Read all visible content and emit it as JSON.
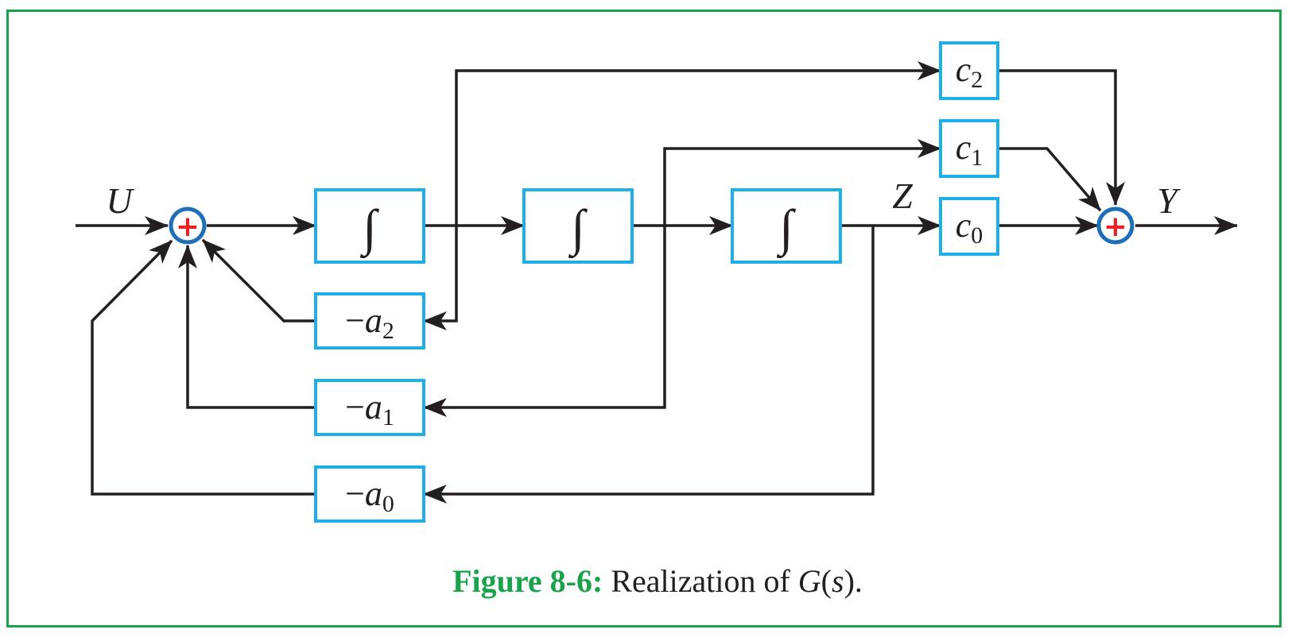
{
  "signals": {
    "input": "U",
    "output": "Y",
    "state": "Z"
  },
  "blocks": {
    "integrator": "∫",
    "minus": "−",
    "a_symbol": "a",
    "c_symbol": "c",
    "a2_sub": "2",
    "a1_sub": "1",
    "a0_sub": "0",
    "c2_sub": "2",
    "c1_sub": "1",
    "c0_sub": "0"
  },
  "summing_junction": {
    "symbol": "+"
  },
  "caption": {
    "label": "Figure 8-6:",
    "text": "Realization of ",
    "func": "G",
    "open": "(",
    "arg": "s",
    "close": ")",
    "end": "."
  },
  "colors": {
    "border": "#1aa34a",
    "block_stroke": "#1eaee8",
    "sum_ring": "#1f6fb8",
    "plus": "#ee2024",
    "line": "#231f20"
  }
}
